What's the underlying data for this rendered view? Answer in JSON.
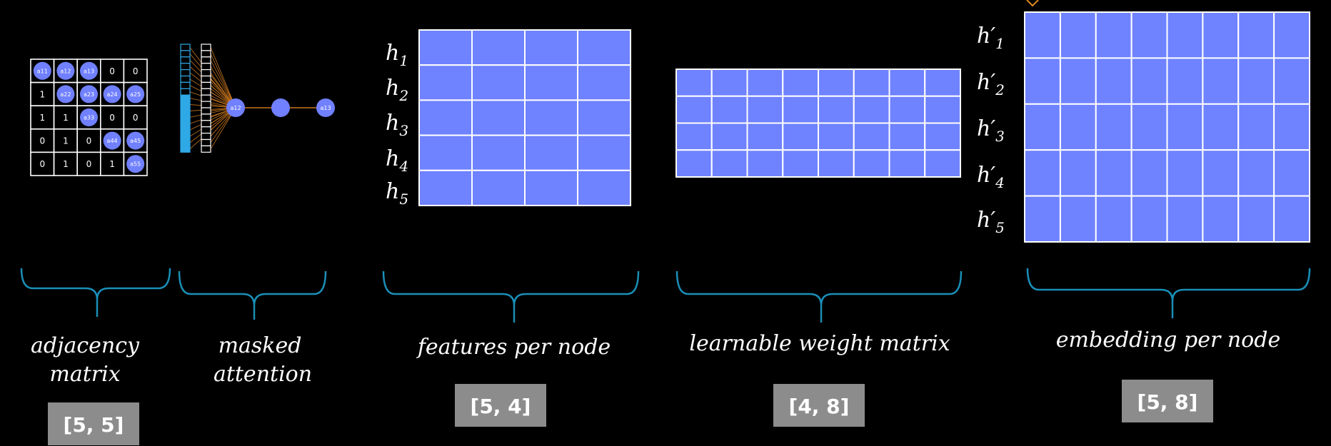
{
  "colors": {
    "background": "#000000",
    "cell_fill": "#6f82ff",
    "grid_line": "#ffffff",
    "brace": "#1a8fb8",
    "node": "#7080ff",
    "edge": "#c8761e",
    "shape_box": "#8c8c8c",
    "attention_blue": "#2fa8e6"
  },
  "adjacency": {
    "cells": [
      [
        "a11",
        "a12",
        "a13",
        "0",
        "0"
      ],
      [
        "1",
        "a22",
        "a23",
        "a24",
        "a25"
      ],
      [
        "1",
        "1",
        "a33",
        "0",
        "0"
      ],
      [
        "0",
        "1",
        "0",
        "a44",
        "a45"
      ],
      [
        "0",
        "1",
        "0",
        "1",
        "a55"
      ]
    ],
    "label_line1": "adjacency",
    "label_line2": "matrix",
    "shape": "[5, 5]"
  },
  "attention": {
    "node_labels": [
      "a12",
      "",
      "a13"
    ],
    "label_line1": "masked",
    "label_line2": "attention"
  },
  "features": {
    "row_labels": [
      {
        "base": "h",
        "sub": "1"
      },
      {
        "base": "h",
        "sub": "2"
      },
      {
        "base": "h",
        "sub": "3"
      },
      {
        "base": "h",
        "sub": "4"
      },
      {
        "base": "h",
        "sub": "5"
      }
    ],
    "label": "features per node",
    "shape": "[5, 4]"
  },
  "weights": {
    "label": "learnable weight matrix",
    "shape": "[4, 8]"
  },
  "embedding": {
    "row_labels": [
      {
        "base": "h′",
        "sub": "1"
      },
      {
        "base": "h′",
        "sub": "2"
      },
      {
        "base": "h′",
        "sub": "3"
      },
      {
        "base": "h′",
        "sub": "4"
      },
      {
        "base": "h′",
        "sub": "5"
      }
    ],
    "label": "embedding per node",
    "shape": "[5, 8]"
  }
}
